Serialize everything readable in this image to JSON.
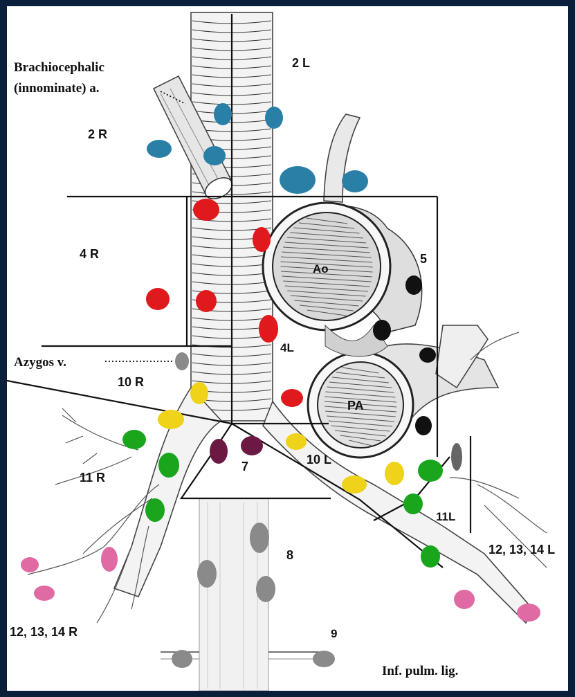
{
  "labels": {
    "brachiocephalic_line1": "Brachiocephalic",
    "brachiocephalic_line2": "(innominate) a.",
    "station_2L": "2 L",
    "station_2R": "2 R",
    "station_4R": "4 R",
    "station_4L": "4L",
    "station_5": "5",
    "aorta": "Ao",
    "pulmonary_artery": "PA",
    "azygos": "Azygos v.",
    "station_10R": "10 R",
    "station_10L": "10 L",
    "station_11R": "11 R",
    "station_11L": "11L",
    "station_7": "7",
    "station_8": "8",
    "station_9": "9",
    "station_12_13_14R": "12, 13, 14 R",
    "station_12_13_14L": "12, 13, 14 L",
    "inf_pulm_lig": "Inf. pulm. lig."
  },
  "colors": {
    "frame_bg": "#0a1f3a",
    "blue_nodes": "#2a7fa6",
    "red_nodes": "#e0191c",
    "yellow_nodes": "#efd21a",
    "green_nodes": "#19a51c",
    "purple_nodes": "#6b1842",
    "pink_nodes": "#e06aa3",
    "gray_nodes": "#8a8a8a",
    "black_nodes": "#111111"
  }
}
